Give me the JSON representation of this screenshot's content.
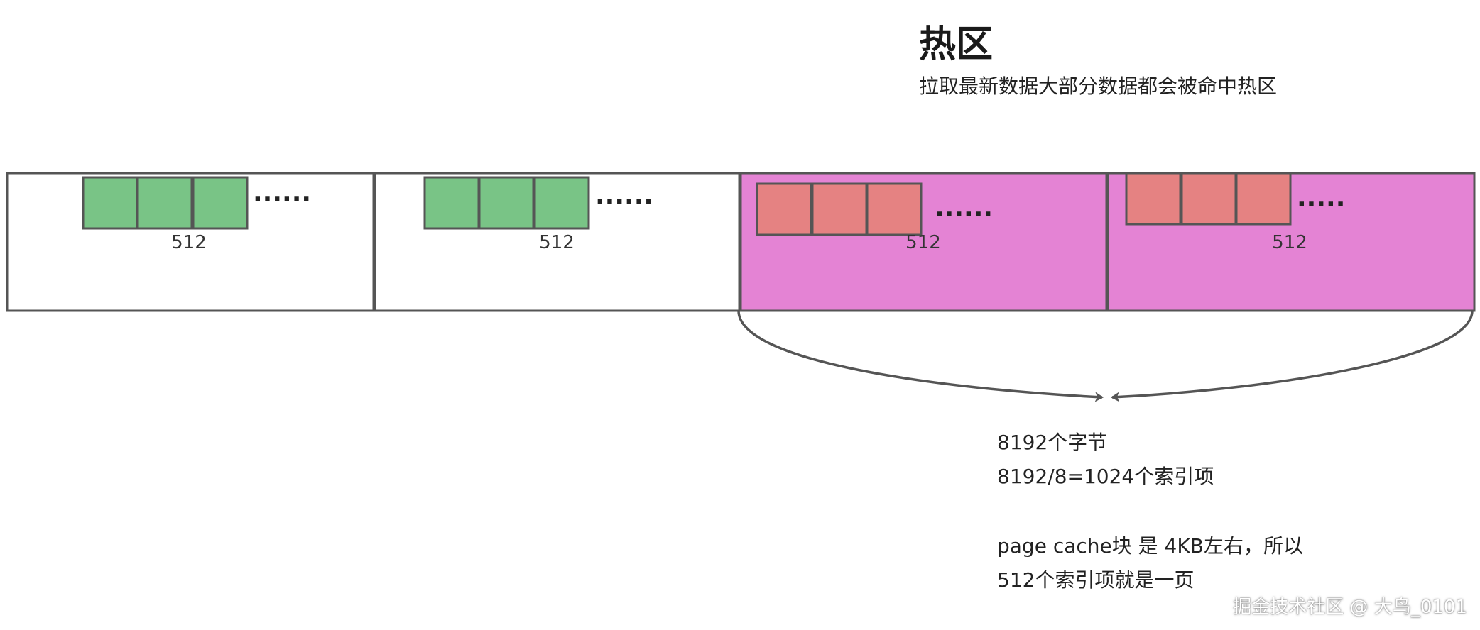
{
  "header": {
    "title": "热区",
    "subtitle": "拉取最新数据大部分数据都会被命中热区"
  },
  "segments": [
    {
      "label": "512",
      "dots": "······",
      "hot": false
    },
    {
      "label": "512",
      "dots": "······",
      "hot": false
    },
    {
      "label": "512",
      "dots": "······",
      "hot": true
    },
    {
      "label": "512",
      "dots": "·····",
      "hot": true
    }
  ],
  "notes": {
    "line1": "8192个字节",
    "line2": "8192/8=1024个索引项",
    "line3": "page cache块 是 4KB左右，所以",
    "line4": "512个索引项就是一页"
  },
  "watermark": "掘金技术社区 @ 大鸟_0101",
  "colors": {
    "border": "#555555",
    "cold_fill": "#ffffff",
    "hot_fill": "#e483d4",
    "cold_cell": "#79c486",
    "hot_cell": "#e58282",
    "arrow": "#555555"
  }
}
